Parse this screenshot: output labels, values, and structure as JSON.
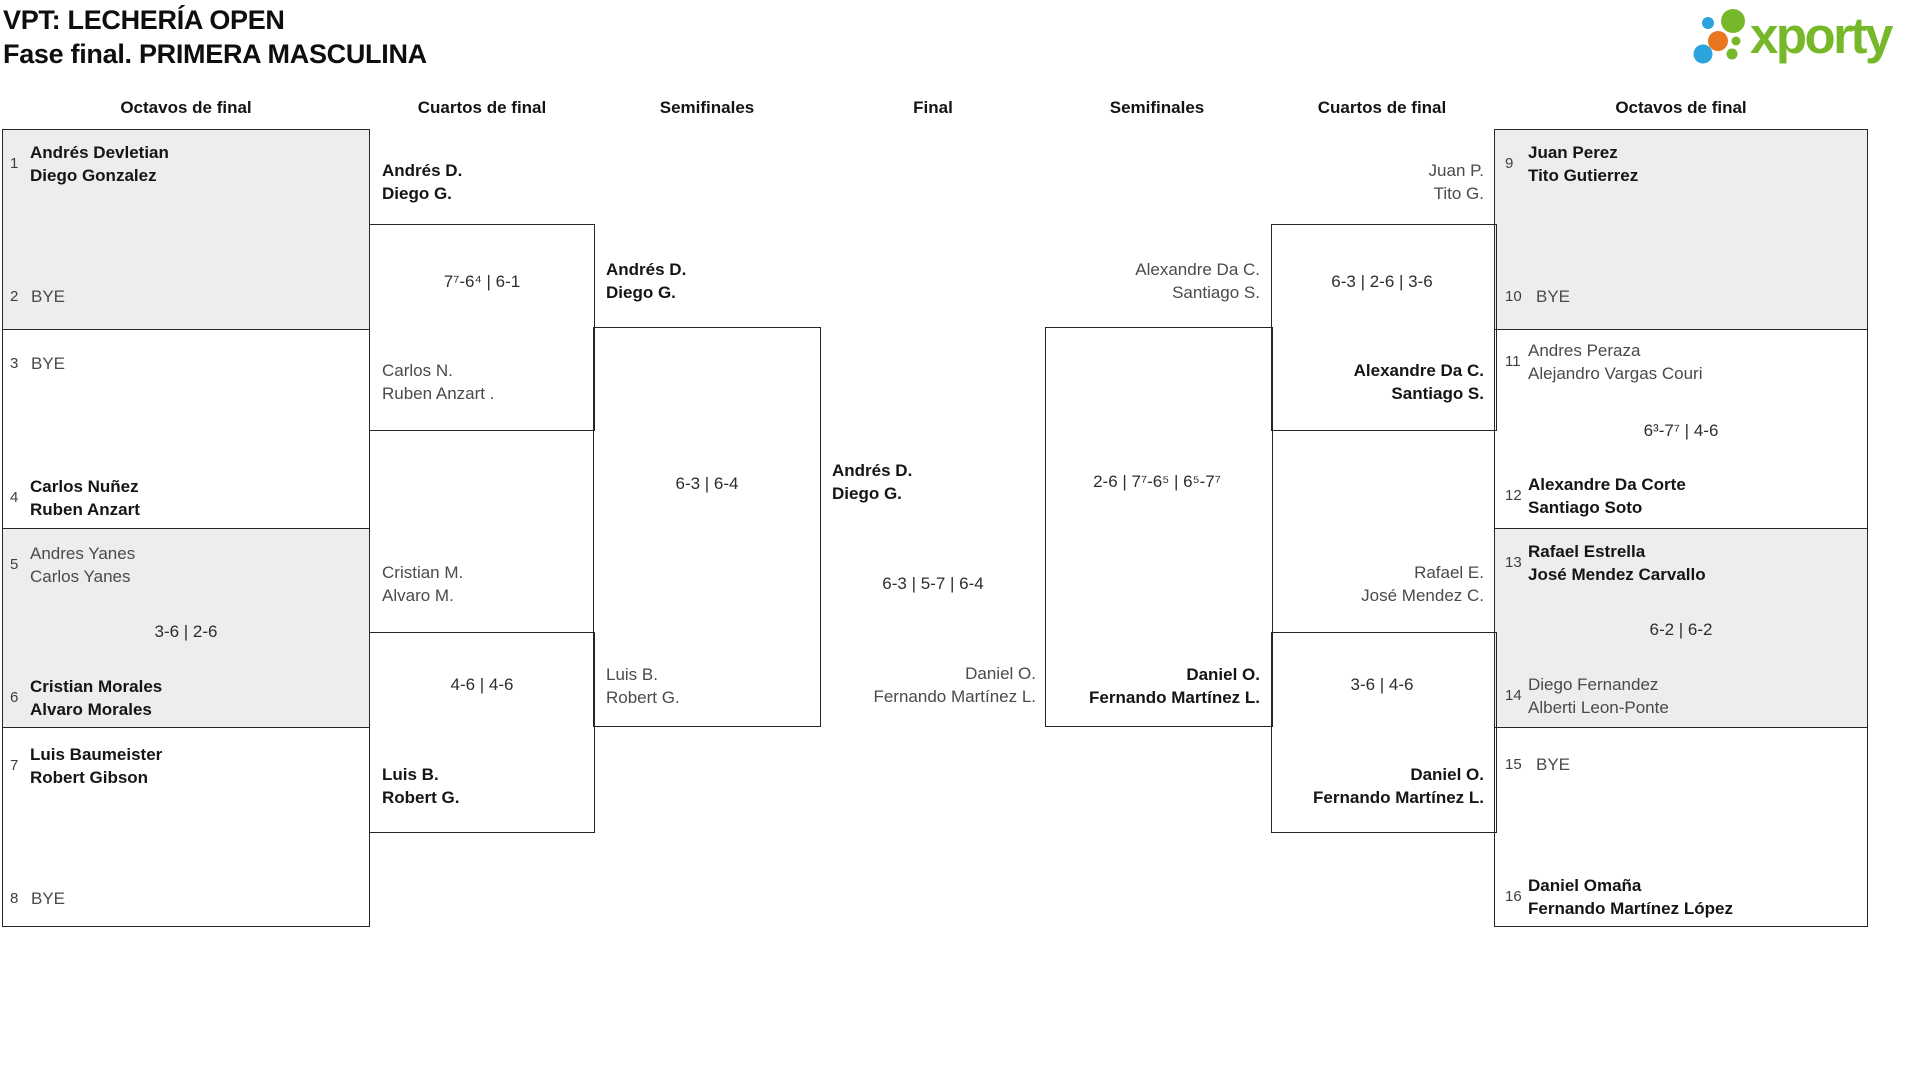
{
  "title": {
    "line1": "VPT: LECHERÍA OPEN",
    "line2": "Fase final. PRIMERA MASCULINA"
  },
  "logo": {
    "text": "xporty"
  },
  "colors": {
    "logo_green": "#76b82a",
    "logo_blue": "#2ba3dc",
    "logo_orange": "#e8761f",
    "box_grey": "#ededee",
    "line": "#262626"
  },
  "rounds": {
    "octavos_left": "Octavos de final",
    "cuartos_left": "Cuartos de final",
    "semifinal_left": "Semifinales",
    "final": "Final",
    "semifinal_right": "Semifinales",
    "cuartos_right": "Cuartos de final",
    "octavos_right": "Octavos de final"
  },
  "octavos_left": {
    "seeds": [
      {
        "n": "1",
        "p1": "Andrés Devletian",
        "p2": "Diego Gonzalez"
      },
      {
        "n": "2",
        "bye": "BYE"
      },
      {
        "n": "3",
        "bye": "BYE"
      },
      {
        "n": "4",
        "p1": "Carlos Nuñez",
        "p2": "Ruben Anzart"
      },
      {
        "n": "5",
        "p1": "Andres Yanes",
        "p2": "Carlos Yanes"
      },
      {
        "n": "6",
        "p1": "Cristian Morales",
        "p2": "Alvaro Morales"
      },
      {
        "n": "7",
        "p1": "Luis Baumeister",
        "p2": "Robert Gibson"
      },
      {
        "n": "8",
        "bye": "BYE"
      }
    ],
    "score_m3": "3-6 | 2-6"
  },
  "cuartos_left": {
    "m1": {
      "top1": "Andrés D.",
      "top2": "Diego G.",
      "score": "7⁷-6⁴ | 6-1",
      "bot1": "Carlos N.",
      "bot2": "Ruben Anzart ."
    },
    "m2": {
      "top1": "Cristian M.",
      "top2": "Alvaro M.",
      "score": "4-6 | 4-6",
      "bot1": "Luis B.",
      "bot2": "Robert G."
    }
  },
  "semifinal_left": {
    "top1": "Andrés D.",
    "top2": "Diego G.",
    "score": "6-3 | 6-4",
    "bot1": "Luis B.",
    "bot2": "Robert G."
  },
  "final": {
    "left1": "Andrés D.",
    "left2": "Diego G.",
    "score": "6-3 | 5-7 | 6-4",
    "right1": "Daniel O.",
    "right2": "Fernando Martínez L."
  },
  "semifinal_right": {
    "top1": "Alexandre Da C.",
    "top2": "Santiago S.",
    "score": "2-6 | 7⁷-6⁵ | 6⁵-7⁷",
    "bot1": "Daniel O.",
    "bot2": "Fernando Martínez L."
  },
  "cuartos_right": {
    "m1": {
      "top1": "Juan P.",
      "top2": "Tito G.",
      "score": "6-3 | 2-6 | 3-6",
      "bot1": "Alexandre Da C.",
      "bot2": "Santiago S."
    },
    "m2": {
      "top1": "Rafael E.",
      "top2": "José Mendez C.",
      "score": "3-6 | 4-6",
      "bot1": "Daniel O.",
      "bot2": "Fernando Martínez L."
    }
  },
  "octavos_right": {
    "seeds": [
      {
        "n": "9",
        "p1": "Juan Perez",
        "p2": "Tito Gutierrez"
      },
      {
        "n": "10",
        "bye": "BYE"
      },
      {
        "n": "11",
        "p1": "Andres Peraza",
        "p2": "Alejandro Vargas Couri"
      },
      {
        "n": "12",
        "p1": "Alexandre Da Corte",
        "p2": "Santiago Soto"
      },
      {
        "n": "13",
        "p1": "Rafael Estrella",
        "p2": "José Mendez Carvallo"
      },
      {
        "n": "14",
        "p1": "Diego Fernandez",
        "p2": "Alberti Leon-Ponte"
      },
      {
        "n": "15",
        "bye": "BYE"
      },
      {
        "n": "16",
        "p1": "Daniel Omaña",
        "p2": "Fernando Martínez López"
      }
    ],
    "score_m2": "6³-7⁷ | 4-6",
    "score_m3": "6-2 | 6-2"
  }
}
